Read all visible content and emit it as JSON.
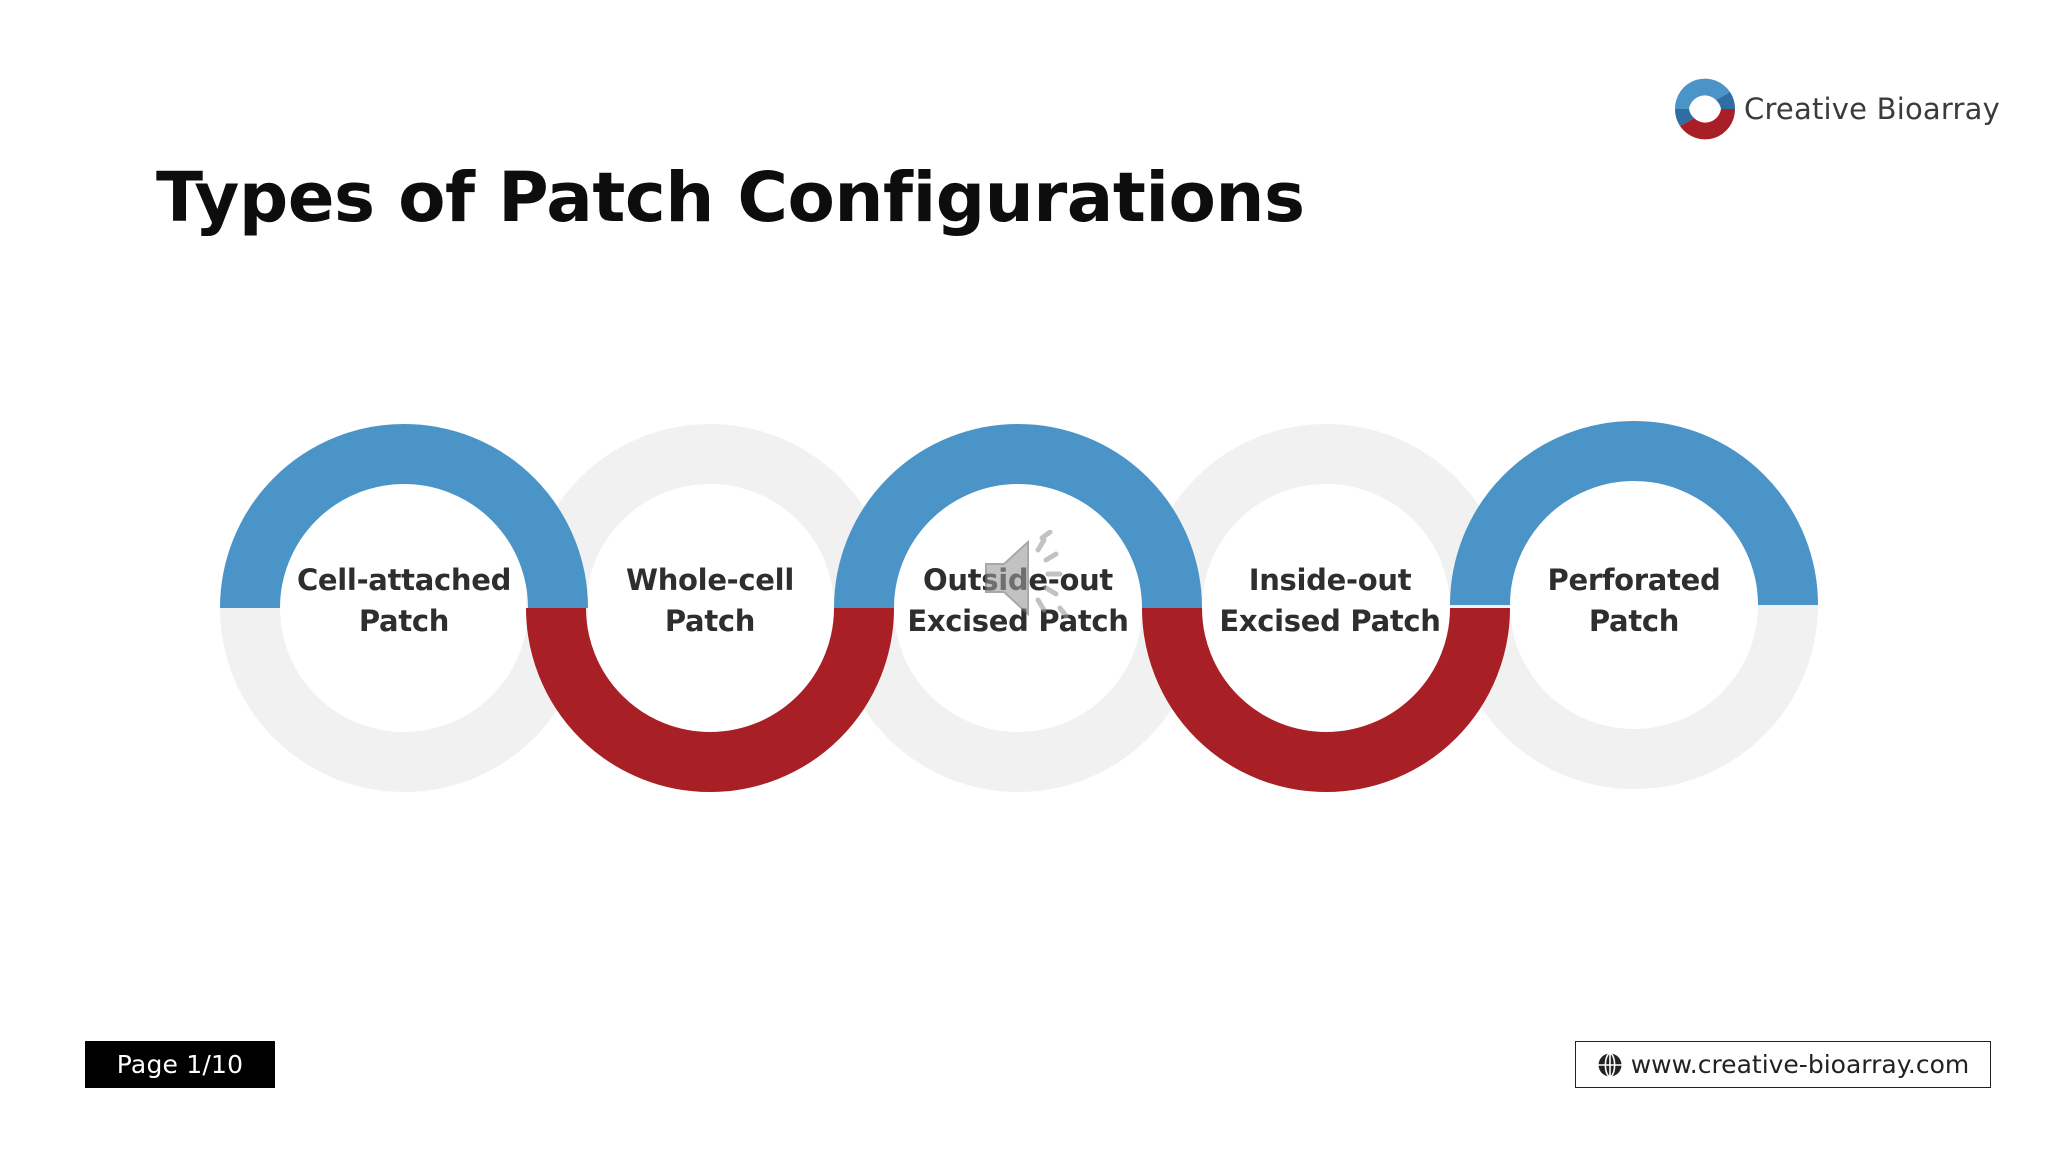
{
  "brand": {
    "name": "Creative Bioarray",
    "colors": {
      "blue": "#4a94c8",
      "red": "#a81f25",
      "light_gray": "#f1f1f1"
    }
  },
  "slide": {
    "title": "Types of Patch Configurations"
  },
  "configurations": [
    {
      "line1": "Cell-attached",
      "line2": "Patch",
      "accent": "blue"
    },
    {
      "line1": "Whole-cell",
      "line2": "Patch",
      "accent": "red"
    },
    {
      "line1": "Outside-out",
      "line2": "Excised Patch",
      "accent": "blue"
    },
    {
      "line1": "Inside-out",
      "line2": "Excised Patch",
      "accent": "red"
    },
    {
      "line1": "Perforated",
      "line2": "Patch",
      "accent": "blue"
    }
  ],
  "media": {
    "icon": "speaker-icon"
  },
  "footer": {
    "page_label": "Page 1/10",
    "website": "www.creative-bioarray.com",
    "website_icon": "globe-icon"
  }
}
